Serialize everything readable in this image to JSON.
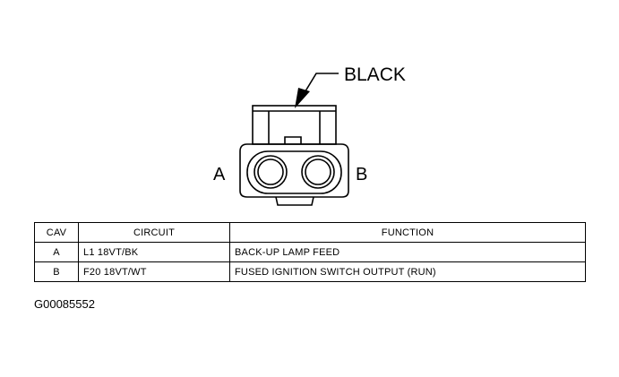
{
  "connector": {
    "color_label": "BLACK",
    "cavity_a": "A",
    "cavity_b": "B"
  },
  "table": {
    "headers": {
      "cav": "CAV",
      "circuit": "CIRCUIT",
      "function": "FUNCTION"
    },
    "rows": [
      {
        "cav": "A",
        "circuit": "L1 18VT/BK",
        "function": "BACK-UP LAMP FEED"
      },
      {
        "cav": "B",
        "circuit": "F20 18VT/WT",
        "function": "FUSED IGNITION SWITCH OUTPUT (RUN)"
      }
    ]
  },
  "figure_id": "G00085552"
}
